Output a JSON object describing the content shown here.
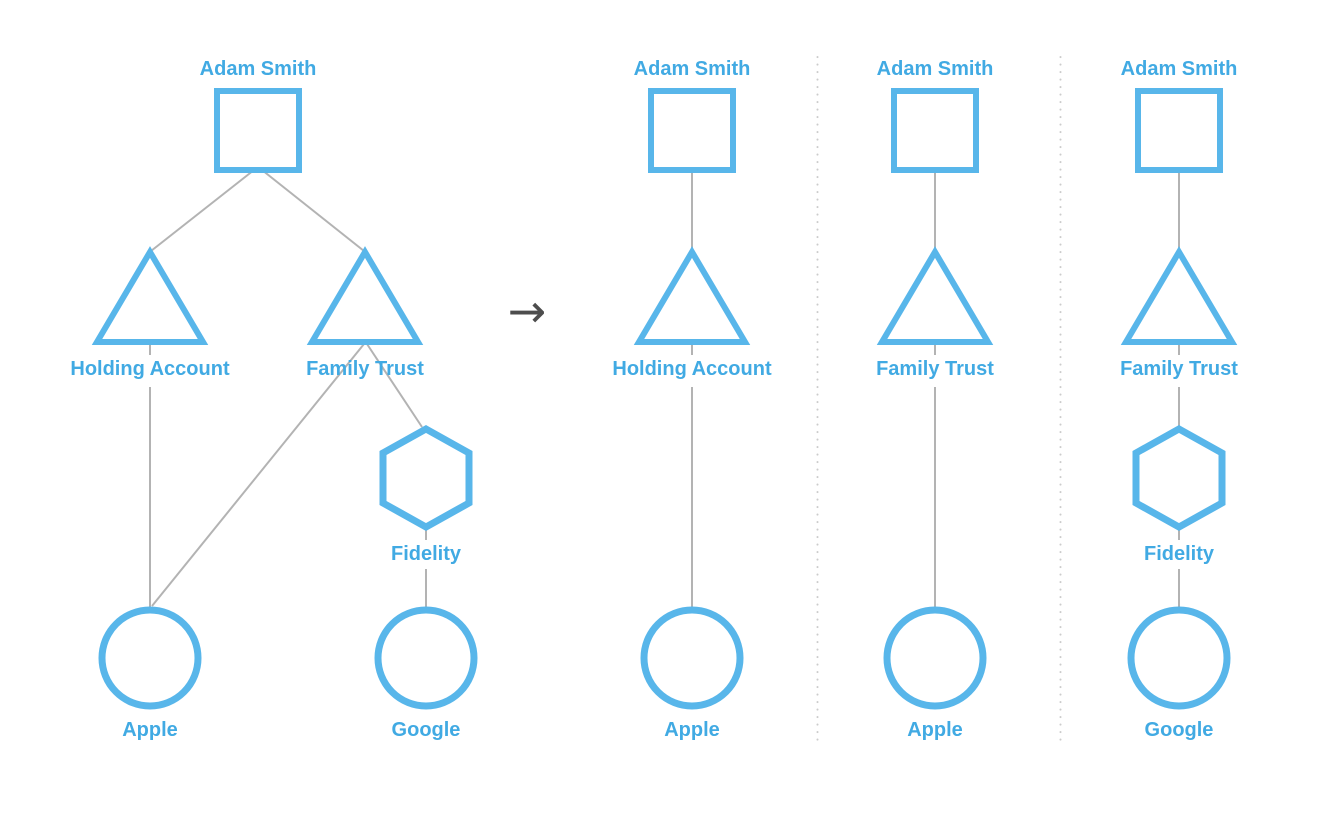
{
  "diagram": {
    "description": "Ownership graph decomposed into separate ownership paths",
    "colors": {
      "shape_stroke": "#58b6ea",
      "label_text": "#41aae3",
      "edge_line": "#b3b3b3",
      "separator_dots": "#cccccc",
      "arrow": "#4d4d4d",
      "background": "#ffffff"
    },
    "icons": {
      "transform_arrow": "→"
    },
    "left_graph": {
      "nodes": [
        {
          "id": "adam-smith",
          "shape": "square",
          "label": "Adam Smith"
        },
        {
          "id": "holding-account",
          "shape": "triangle",
          "label": "Holding Account"
        },
        {
          "id": "family-trust",
          "shape": "triangle",
          "label": "Family Trust"
        },
        {
          "id": "fidelity",
          "shape": "hexagon",
          "label": "Fidelity"
        },
        {
          "id": "apple",
          "shape": "circle",
          "label": "Apple"
        },
        {
          "id": "google",
          "shape": "circle",
          "label": "Google"
        }
      ],
      "edges": [
        {
          "from": "Adam Smith",
          "to": "Holding Account"
        },
        {
          "from": "Adam Smith",
          "to": "Family Trust"
        },
        {
          "from": "Holding Account",
          "to": "Apple"
        },
        {
          "from": "Family Trust",
          "to": "Apple"
        },
        {
          "from": "Family Trust",
          "to": "Fidelity"
        },
        {
          "from": "Fidelity",
          "to": "Google"
        }
      ]
    },
    "columns": [
      {
        "id": "path-1",
        "nodes": [
          {
            "shape": "square",
            "label": "Adam Smith"
          },
          {
            "shape": "triangle",
            "label": "Holding Account"
          },
          {
            "shape": "circle",
            "label": "Apple"
          }
        ]
      },
      {
        "id": "path-2",
        "nodes": [
          {
            "shape": "square",
            "label": "Adam Smith"
          },
          {
            "shape": "triangle",
            "label": "Family Trust"
          },
          {
            "shape": "circle",
            "label": "Apple"
          }
        ]
      },
      {
        "id": "path-3",
        "nodes": [
          {
            "shape": "square",
            "label": "Adam Smith"
          },
          {
            "shape": "triangle",
            "label": "Family Trust"
          },
          {
            "shape": "hexagon",
            "label": "Fidelity"
          },
          {
            "shape": "circle",
            "label": "Google"
          }
        ]
      }
    ]
  }
}
